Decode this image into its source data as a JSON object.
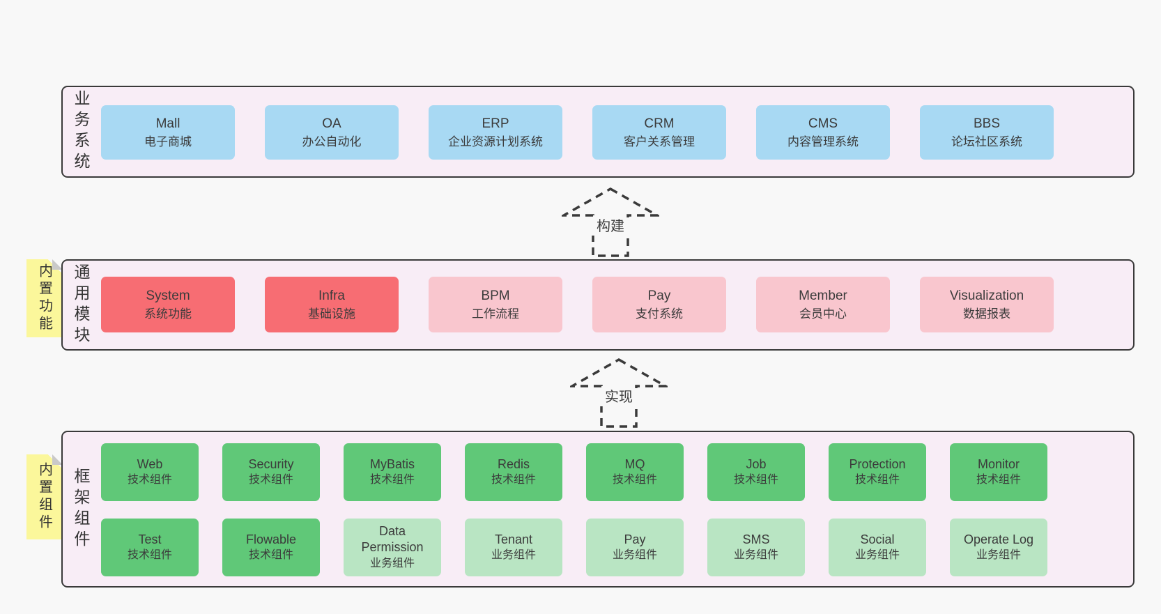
{
  "palette": {
    "page_bg": "#f8f8f8",
    "container_bg": "#f8edf6",
    "container_border": "#3a3a3a",
    "blue_box": "#a8d9f3",
    "red_box": "#f76d73",
    "pink_box": "#f9c6ce",
    "green_box": "#60c878",
    "light_green_box": "#b9e5c3",
    "note_yellow": "#fbf79b",
    "note_fold_gray": "#c9c9c9",
    "text": "#3b3b3b"
  },
  "arrows": [
    {
      "label": "构建"
    },
    {
      "label": "实现"
    }
  ],
  "bands": [
    {
      "label": "业务系统",
      "boxes": [
        {
          "title": "Mall",
          "desc": "电子商城",
          "color": "blue"
        },
        {
          "title": "OA",
          "desc": "办公自动化",
          "color": "blue"
        },
        {
          "title": "ERP",
          "desc": "企业资源计划系统",
          "color": "blue"
        },
        {
          "title": "CRM",
          "desc": "客户关系管理",
          "color": "blue"
        },
        {
          "title": "CMS",
          "desc": "内容管理系统",
          "color": "blue"
        },
        {
          "title": "BBS",
          "desc": "论坛社区系统",
          "color": "blue"
        }
      ]
    },
    {
      "label": "通用模块",
      "note": "内置功能",
      "boxes": [
        {
          "title": "System",
          "desc": "系统功能",
          "color": "red"
        },
        {
          "title": "Infra",
          "desc": "基础设施",
          "color": "red"
        },
        {
          "title": "BPM",
          "desc": "工作流程",
          "color": "pink"
        },
        {
          "title": "Pay",
          "desc": "支付系统",
          "color": "pink"
        },
        {
          "title": "Member",
          "desc": "会员中心",
          "color": "pink"
        },
        {
          "title": "Visualization",
          "desc": "数据报表",
          "color": "pink"
        }
      ]
    },
    {
      "label": "框架组件",
      "note": "内置组件",
      "rows": [
        [
          {
            "title": "Web",
            "desc": "技术组件",
            "color": "green"
          },
          {
            "title": "Security",
            "desc": "技术组件",
            "color": "green"
          },
          {
            "title": "MyBatis",
            "desc": "技术组件",
            "color": "green"
          },
          {
            "title": "Redis",
            "desc": "技术组件",
            "color": "green"
          },
          {
            "title": "MQ",
            "desc": "技术组件",
            "color": "green"
          },
          {
            "title": "Job",
            "desc": "技术组件",
            "color": "green"
          },
          {
            "title": "Protection",
            "desc": "技术组件",
            "color": "green"
          },
          {
            "title": "Monitor",
            "desc": "技术组件",
            "color": "green"
          }
        ],
        [
          {
            "title": "Test",
            "desc": "技术组件",
            "color": "green"
          },
          {
            "title": "Flowable",
            "desc": "技术组件",
            "color": "green"
          },
          {
            "title": "Data Permission",
            "desc": "业务组件",
            "color": "green-light"
          },
          {
            "title": "Tenant",
            "desc": "业务组件",
            "color": "green-light"
          },
          {
            "title": "Pay",
            "desc": "业务组件",
            "color": "green-light"
          },
          {
            "title": "SMS",
            "desc": "业务组件",
            "color": "green-light"
          },
          {
            "title": "Social",
            "desc": "业务组件",
            "color": "green-light"
          },
          {
            "title": "Operate Log",
            "desc": "业务组件",
            "color": "green-light"
          }
        ]
      ]
    }
  ]
}
